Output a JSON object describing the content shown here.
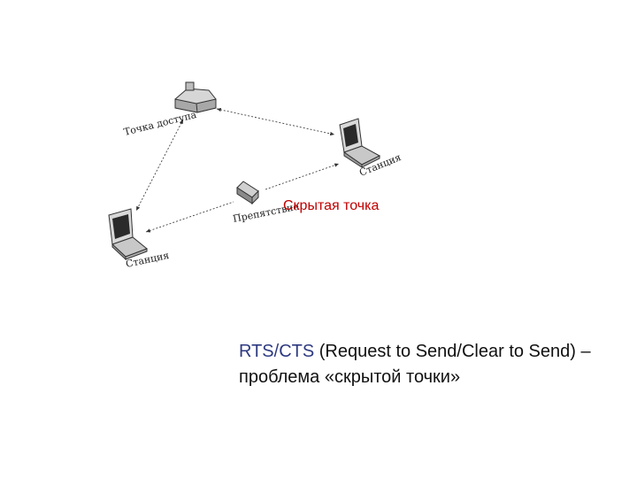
{
  "diagram": {
    "labels": {
      "access_point": "Точка доступа",
      "station_right": "Станция",
      "station_left": "Станция",
      "obstacle": "Препятствие"
    },
    "hidden_point_label": "Скрытая точка"
  },
  "caption": {
    "acronym": "RTS/CTS",
    "text": " (Request to Send/Clear to Send) – проблема «скрытой точки»"
  },
  "colors": {
    "hidden_label": "#c00000",
    "acronym": "#2e3a80"
  }
}
